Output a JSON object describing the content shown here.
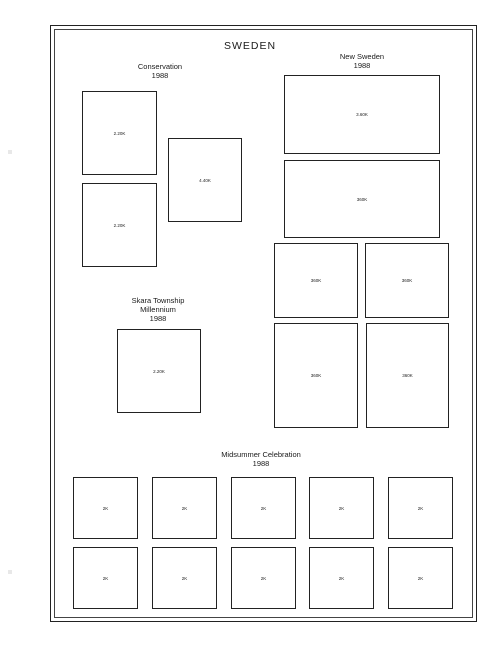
{
  "page": {
    "title": "SWEDEN"
  },
  "sections": {
    "conservation": {
      "title": "Conservation",
      "year": "1988",
      "stamps": [
        "2.20K",
        "2.20K",
        "4.40K"
      ]
    },
    "new_sweden": {
      "title": "New Sweden",
      "year": "1988",
      "stamps": [
        "3.60K",
        "360K",
        "360K",
        "360K",
        "360K",
        "360K"
      ]
    },
    "skara": {
      "title_line1": "Skara Township",
      "title_line2": "Millennium",
      "year": "1988",
      "stamps": [
        "2.20K"
      ]
    },
    "midsummer": {
      "title": "Midsummer Celebration",
      "year": "1988",
      "stamps": [
        "2K",
        "2K",
        "2K",
        "2K",
        "2K",
        "2K",
        "2K",
        "2K",
        "2K",
        "2K"
      ]
    }
  }
}
